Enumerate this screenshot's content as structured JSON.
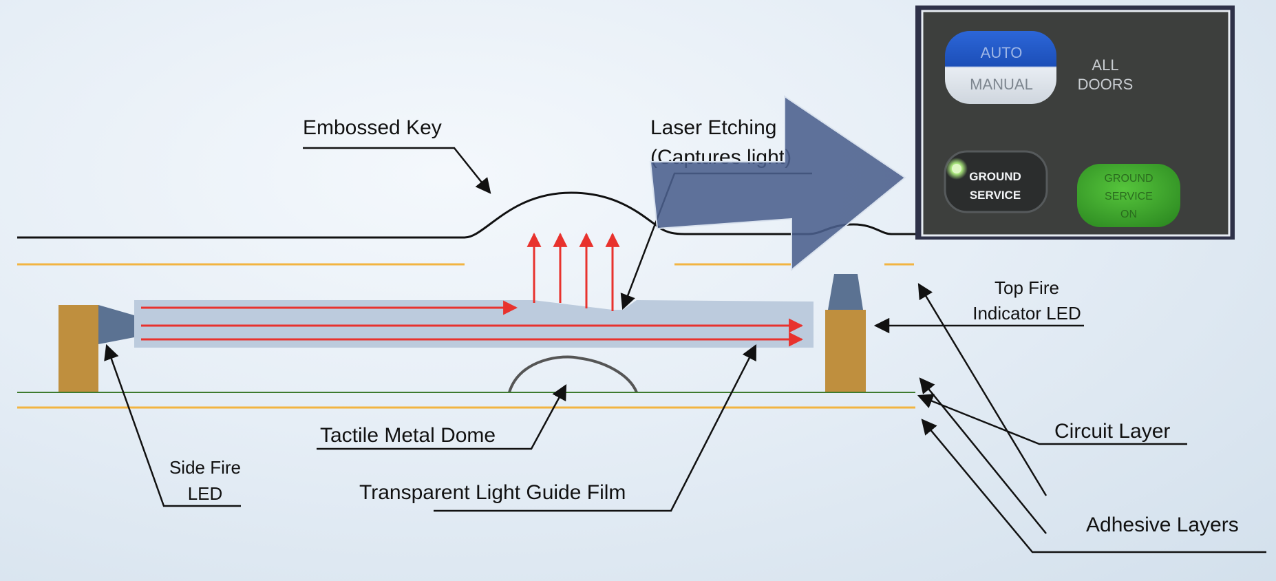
{
  "labels": {
    "embossed_key": "Embossed Key",
    "laser_etching_line1": "Laser Etching",
    "laser_etching_line2": "(Captures light)",
    "top_fire_line1": "Top Fire",
    "top_fire_line2": "Indicator LED",
    "side_fire_line1": "Side Fire",
    "side_fire_line2": "LED",
    "tactile_dome": "Tactile Metal Dome",
    "light_guide_film": "Transparent Light Guide Film",
    "circuit_layer": "Circuit Layer",
    "adhesive_layers": "Adhesive Layers"
  },
  "panel": {
    "auto_label": "AUTO",
    "manual_label": "MANUAL",
    "all_doors_line1": "ALL",
    "all_doors_line2": "DOORS",
    "ground_service_line1": "GROUND",
    "ground_service_line2": "SERVICE",
    "gs_on_line1": "GROUND",
    "gs_on_line2": "SERVICE",
    "gs_on_line3": "ON"
  },
  "colors": {
    "red_arrow": "#e8322d",
    "adhesive": "#f2b441",
    "circuit": "#3d7a2e",
    "led_body": "#bf8f3e",
    "led_lens": "#5b7292",
    "light_guide": "#bccbdd",
    "dome": "#555555",
    "callout_arrow": "#4a5e8c",
    "panel_bg": "#3d3f3d",
    "auto_blue": "#1f56c4",
    "gs_on_green": "#3dac2a"
  }
}
